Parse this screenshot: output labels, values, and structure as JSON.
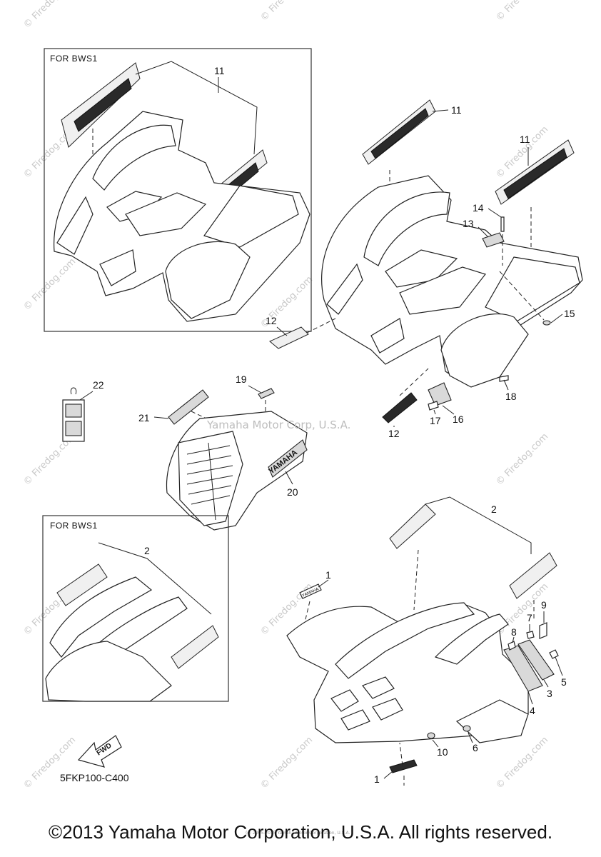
{
  "diagram": {
    "box_titles": [
      "FOR BWS1",
      "FOR BWS1"
    ],
    "part_numbers": {
      "p1a": "1",
      "p1b": "1",
      "p2a": "2",
      "p2b": "2",
      "p3": "3",
      "p4": "4",
      "p5": "5",
      "p6": "6",
      "p7": "7",
      "p8": "8",
      "p9": "9",
      "p10": "10",
      "p11a": "11",
      "p11b": "11",
      "p11c": "11",
      "p12a": "12",
      "p12b": "12",
      "p13": "13",
      "p14": "14",
      "p15": "15",
      "p16": "16",
      "p17": "17",
      "p18": "18",
      "p19": "19",
      "p20": "20",
      "p21": "21",
      "p22": "22"
    },
    "fwd_label": "FWD",
    "drawing_code": "5FKP100-C400",
    "side_panel_logo": "YAMAHA",
    "decal_logo": "YAMAHA"
  },
  "watermarks": {
    "firedog": "© Firedog.com",
    "center": "Yamaha Motor Corp, U.S.A.",
    "small_credit": "(c) 2005-2015 Yamaha Motor Corporation, U.S.A."
  },
  "footer": {
    "copyright": "©2013 Yamaha Motor Corporation, U.S.A. All rights reserved."
  }
}
